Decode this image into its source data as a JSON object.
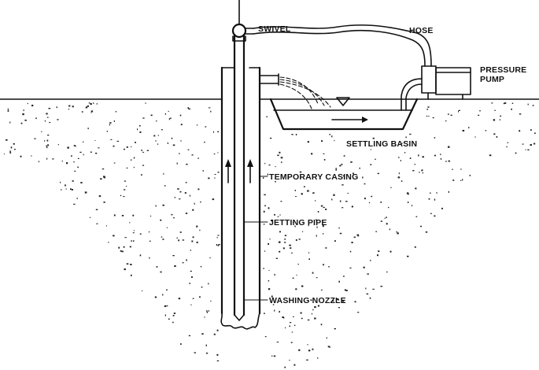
{
  "labels": {
    "swivel": "SWIVEL",
    "hose": "HOSE",
    "pump_line1": "PRESSURE",
    "pump_line2": "PUMP",
    "basin": "SETTLING BASIN",
    "casing": "TEMPORARY CASING",
    "jetting_pipe": "JETTING PIPE",
    "nozzle": "WASHING NOZZLE"
  },
  "colors": {
    "ink": "#111111",
    "background": "#ffffff"
  }
}
